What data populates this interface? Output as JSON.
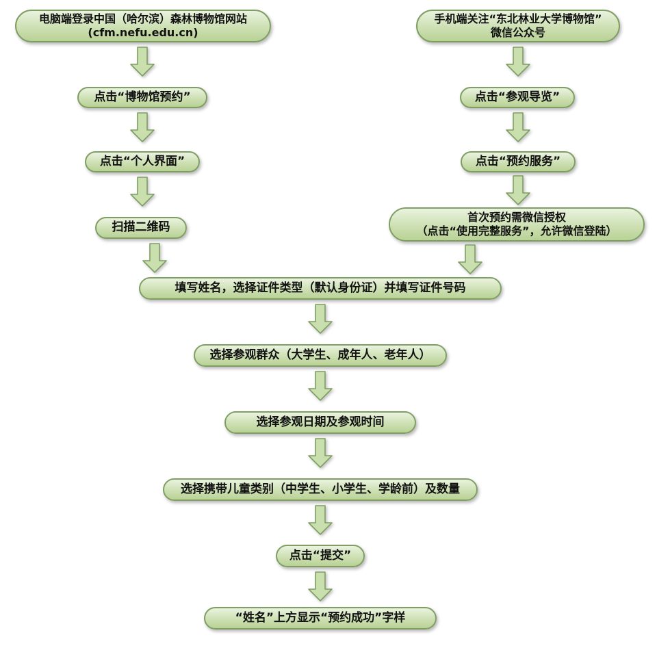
{
  "colors": {
    "background": "#ffffff",
    "box_fill_top": "#eaf3df",
    "box_fill_mid": "#cde0b3",
    "box_fill_bottom": "#b9d295",
    "box_border": "#7f9e63",
    "arrow_fill": "#c9dfae",
    "arrow_border": "#7f9e63",
    "text": "#111111"
  },
  "left_steps": [
    "电脑端登录中国（哈尔滨）森林博物馆网站\n(cfm.nefu.edu.cn)",
    "点击“博物馆预约”",
    "点击“个人界面”",
    "扫描二维码"
  ],
  "right_steps": [
    "手机端关注“东北林业大学博物馆”\n微信公众号",
    "点击“参观导览”",
    "点击“预约服务”",
    "首次预约需微信授权\n（点击“使用完整服务”，允许微信登陆）"
  ],
  "merged_steps": [
    "填写姓名，选择证件类型（默认身份证）并填写证件号码",
    "选择参观群众（大学生、成年人、老年人）",
    "选择参观日期及参观时间",
    "选择携带儿童类别（中学生、小学生、学龄前）及数量",
    "点击“提交”",
    "“姓名”上方显示“预约成功”字样"
  ]
}
